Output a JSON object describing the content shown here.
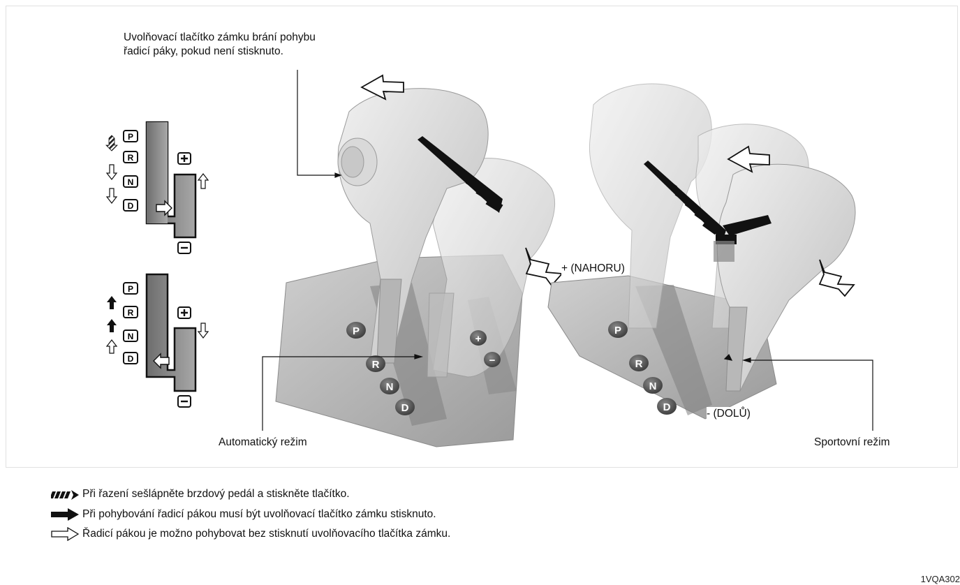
{
  "callouts": {
    "release_button_line1": "Uvolňovací tlačítko zámku brání pohybu",
    "release_button_line2": "řadicí páky, pokud není stisknuto.",
    "automatic_mode": "Automatický režim",
    "sport_mode": "Sportovní režim",
    "up": "+ (NAHORU)",
    "down": "- (DOLŮ)"
  },
  "shift_pattern": {
    "gates": [
      "P",
      "R",
      "N",
      "D"
    ],
    "plus": "+",
    "minus": "−"
  },
  "shifter_gate_labels": [
    "P",
    "R",
    "N",
    "D"
  ],
  "manual_gate_labels": [
    "+",
    "−"
  ],
  "legend": [
    {
      "icon": "hatched-arrow-icon",
      "text": "Při řazení sešlápněte brzdový pedál a stiskněte tlačítko."
    },
    {
      "icon": "solid-arrow-icon",
      "text": "Při pohybování řadicí pákou musí být uvolňovací tlačítko zámku stisknuto."
    },
    {
      "icon": "outline-arrow-icon",
      "text": "Řadicí pákou je možno pohybovat bez stisknutí uvolňovacího tlačítka zámku."
    }
  ],
  "figure_code": "1VQA302"
}
